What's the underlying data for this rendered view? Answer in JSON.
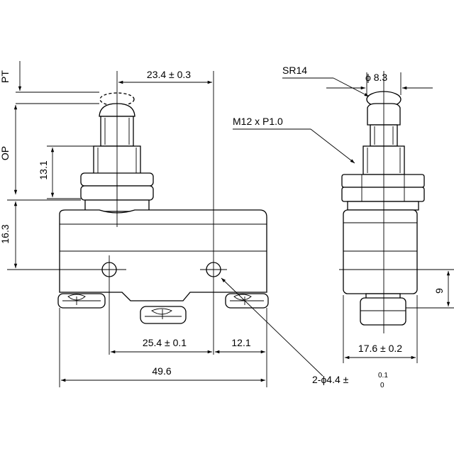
{
  "dimensions": {
    "pt": "PT",
    "op": "OP",
    "plunger_offset": "23.4 ± 0.3",
    "op_height": "13.1",
    "body_height": "16.3",
    "hole_spacing": "25.4 ± 0.1",
    "hole_edge": "12.1",
    "overall_length": "49.6",
    "sphere_radius": "SR14",
    "plunger_diameter": "ϕ 8.3",
    "thread": "M12 x P1.0",
    "side_hole_height": "9",
    "body_width": "17.6 ± 0.2",
    "mount_holes_prefix": "2-ϕ4.4 ±",
    "tol_upper": "0.1",
    "tol_lower": "0"
  }
}
